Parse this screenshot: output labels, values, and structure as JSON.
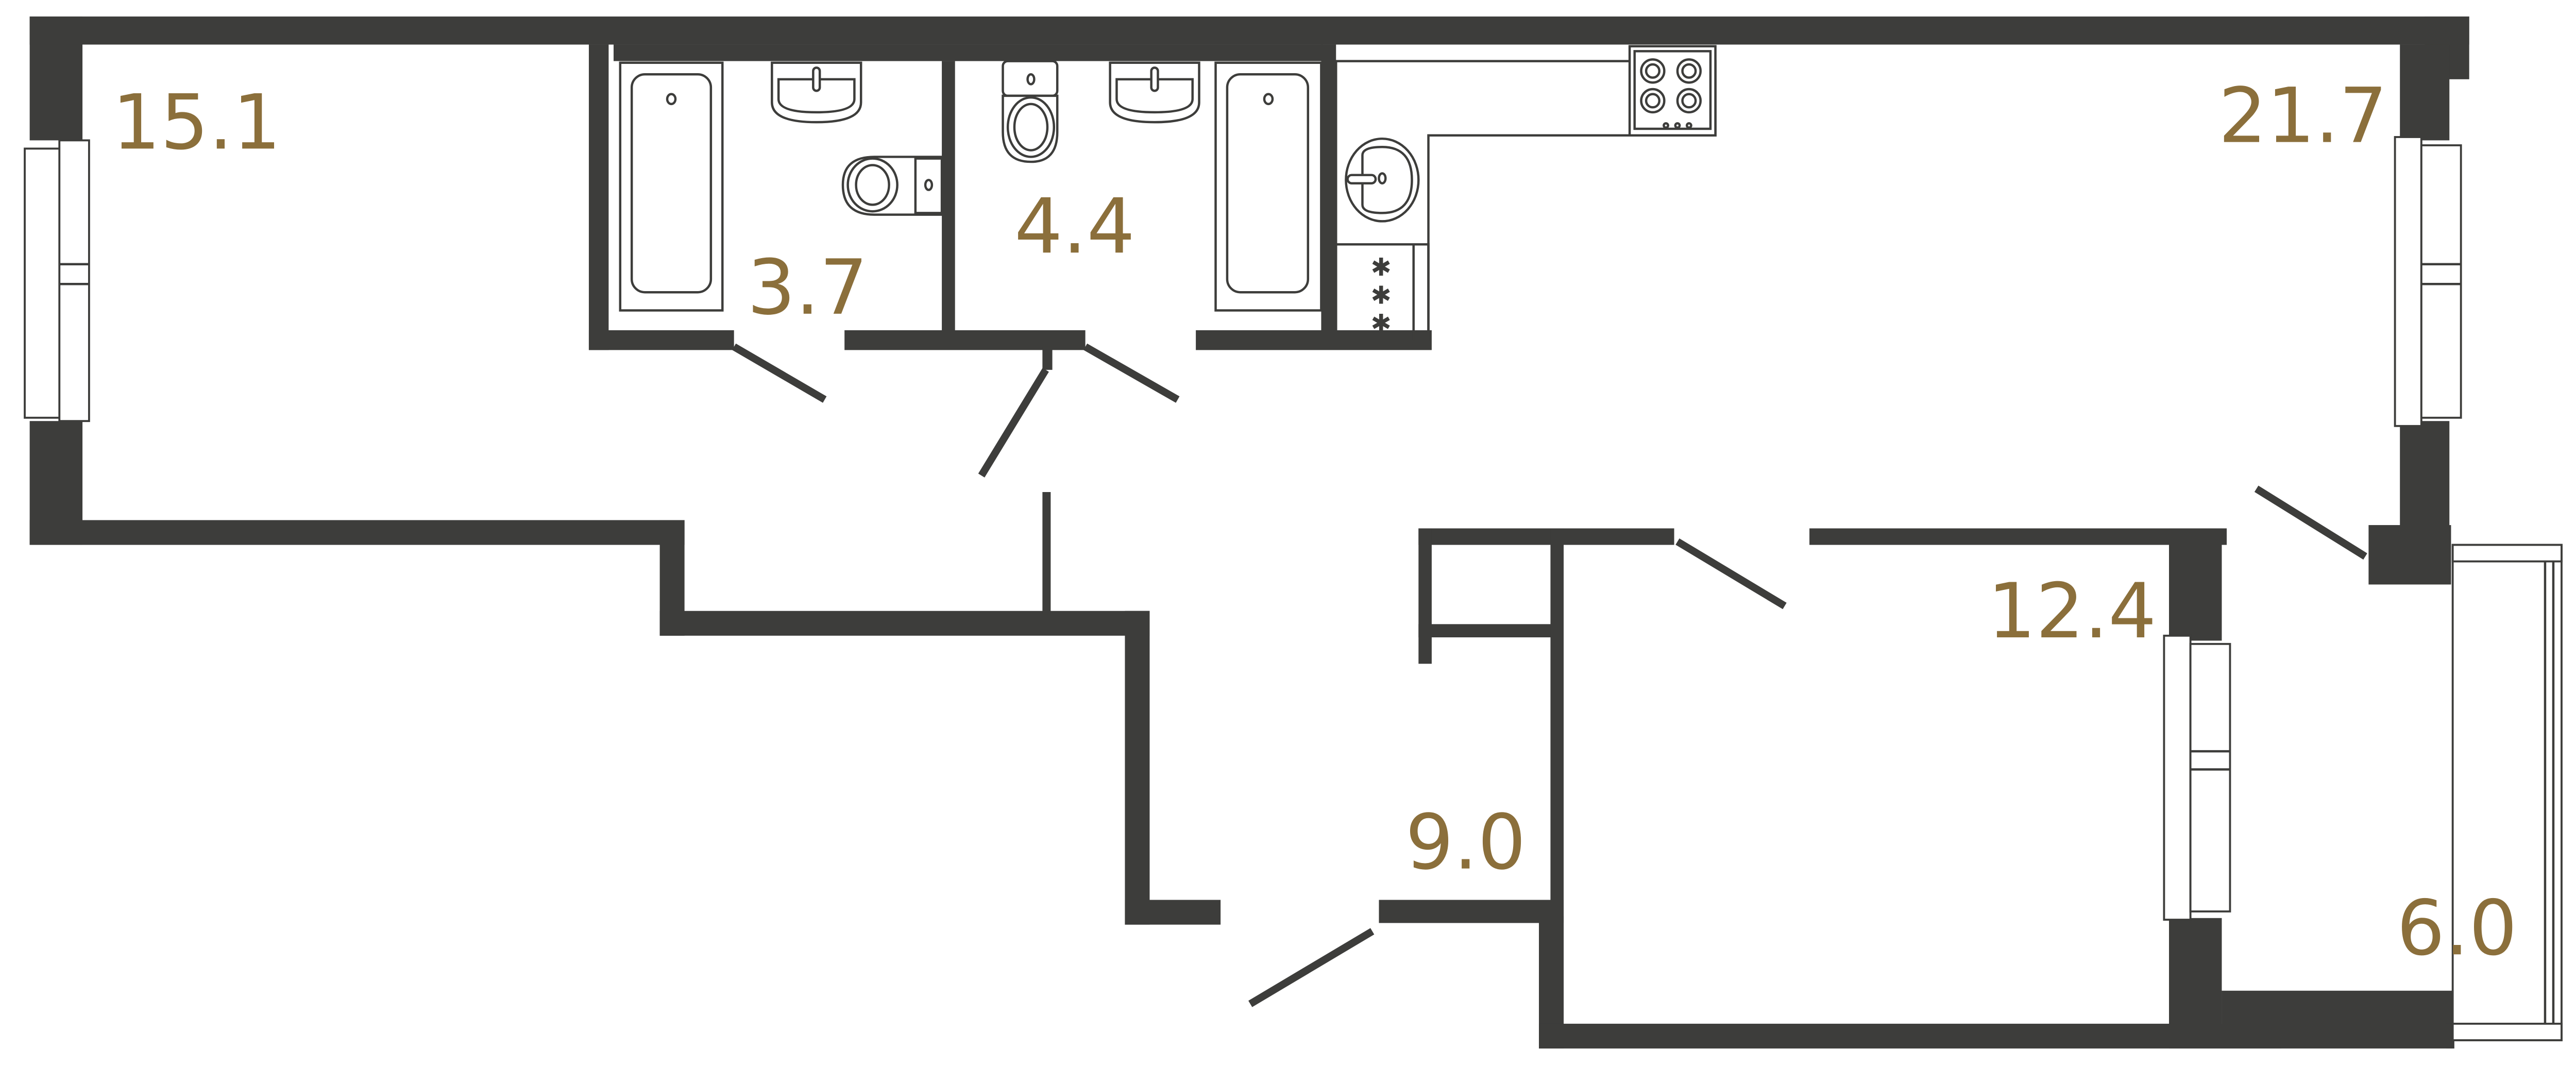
{
  "plan": {
    "type": "apartment-floor-plan",
    "colors": {
      "wall": "#3d3d3b",
      "label": "#8b6f3b",
      "background": "#ffffff"
    },
    "rooms": [
      {
        "id": "living-room-left",
        "area": "15.1"
      },
      {
        "id": "bathroom-1",
        "area": "3.7"
      },
      {
        "id": "bathroom-2",
        "area": "4.4"
      },
      {
        "id": "kitchen-living",
        "area": "21.7"
      },
      {
        "id": "bedroom",
        "area": "12.4"
      },
      {
        "id": "hallway",
        "area": "9.0"
      },
      {
        "id": "balcony",
        "area": "6.0"
      }
    ],
    "fixtures": {
      "bathtubs": 2,
      "sinks": 3,
      "toilets": 2,
      "cooktop_burners": 4,
      "dishwasher_symbol": "* * *"
    }
  }
}
